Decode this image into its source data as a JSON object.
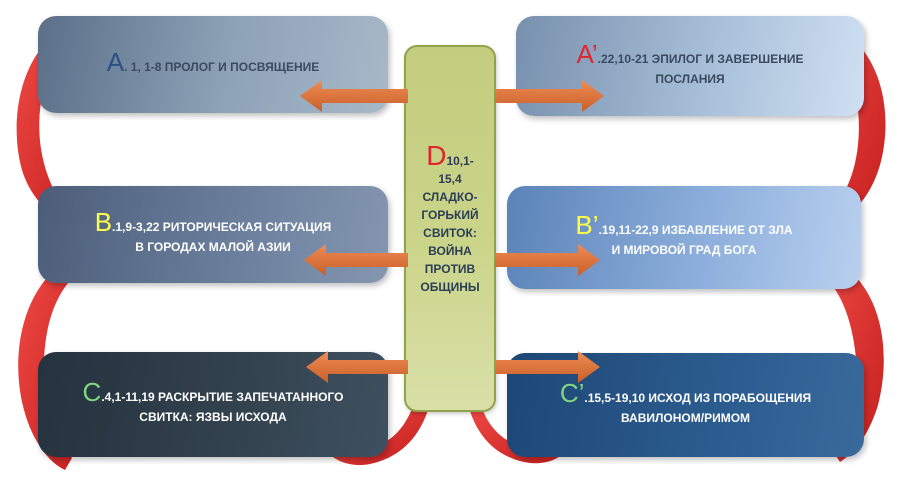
{
  "a": {
    "letter": "A",
    "text": ". 1, 1-8 ПРОЛОГ И ПОСВЯЩЕНИЕ"
  },
  "a2": {
    "letter": "A’",
    "line1": ".22,10-21 ЭПИЛОГ И ЗАВЕРШЕНИЕ",
    "line2": "ПОСЛАНИЯ"
  },
  "b": {
    "letter": "B",
    "line1": ".1,9-3,22 РИТОРИЧЕСКАЯ СИТУАЦИЯ",
    "line2": "В ГОРОДАХ МАЛОЙ АЗИИ"
  },
  "b2": {
    "letter": "B’",
    "line1": ".19,11-22,9 ИЗБАВЛЕНИЕ ОТ ЗЛА",
    "line2": "И МИРОВОЙ ГРАД БОГА"
  },
  "c": {
    "letter": "C",
    "line1": ".4,1-11,19 РАСКРЫТИЕ ЗАПЕЧАТАННОГО",
    "line2": "СВИТКА: ЯЗВЫ ИСХОДА"
  },
  "c2": {
    "letter": "C’",
    "line1": ".15,5-19,10 ИСХОД ИЗ ПОРАБОЩЕНИЯ",
    "line2": "ВАВИЛОНОМ/РИМОМ"
  },
  "d": {
    "letter": "D",
    "ref1": "10,1-",
    "ref2": "15,4",
    "lines": [
      "СЛАДКО-",
      "ГОРЬКИЙ",
      "СВИТОК:",
      "ВОЙНА",
      "ПРОТИВ",
      "ОБЩИНЫ"
    ]
  },
  "colors": {
    "arrow": "#d9733a",
    "curve": "#e8332e",
    "center_fill": "#c8d287",
    "letter_red": "#e0262a",
    "letter_yellow": "#ffff4a",
    "letter_green": "#7fd67f"
  }
}
